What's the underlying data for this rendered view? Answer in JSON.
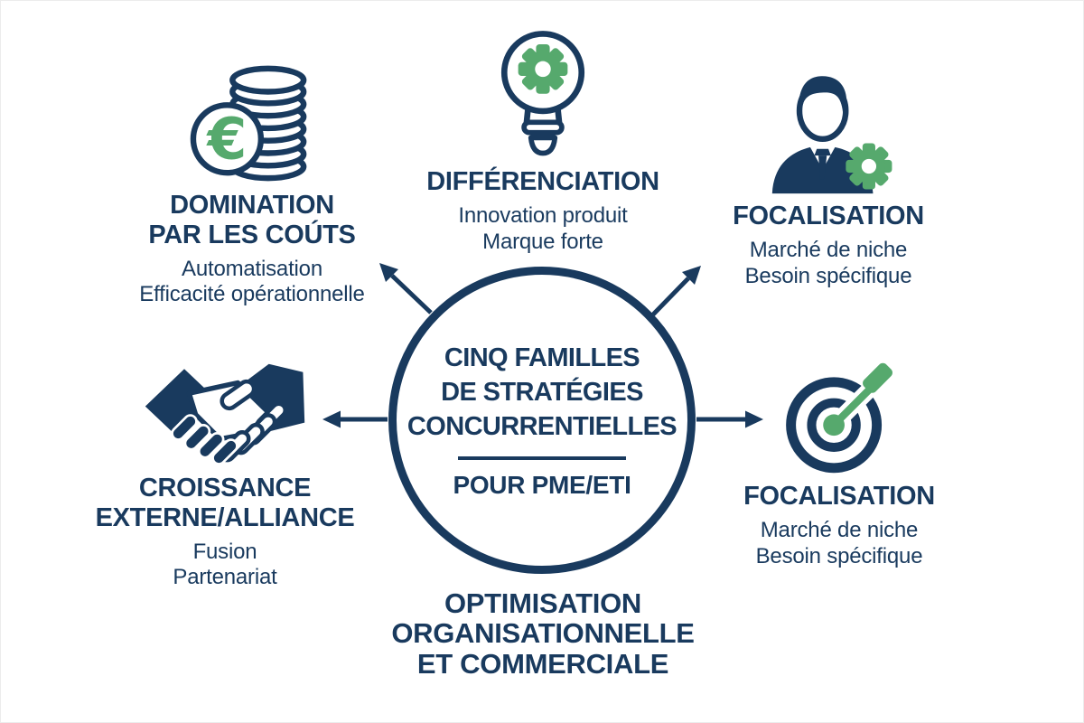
{
  "colors": {
    "navy": "#193A5E",
    "green": "#56A96D",
    "background": "#FFFFFF"
  },
  "center": {
    "title": "CINQ FAMILLES\nDE STRATÉGIES\nCONCURRENTIELLES",
    "subtitle": "POUR PME/ETI"
  },
  "nodes": [
    {
      "id": "domination-par-les-couts",
      "icon": "euro-coins-icon",
      "icon_symbol": "€",
      "title": "DOMINATION\nPAR LES COÚTS",
      "details": "Automatisation\nEfficacité opérationnelle"
    },
    {
      "id": "differenciation",
      "icon": "lightbulb-gear-icon",
      "title": "DIFFÉRENCIATION",
      "details": "Innovation produit\nMarque forte"
    },
    {
      "id": "focalisation-personne",
      "icon": "businessman-gear-icon",
      "title": "FOCALISATION",
      "details": "Marché de niche\nBesoin spécifique"
    },
    {
      "id": "croissance-externe-alliance",
      "icon": "handshake-icon",
      "title": "CROISSANCE\nEXTERNE/ALLIANCE",
      "details": "Fusion\nPartenariat"
    },
    {
      "id": "focalisation-cible",
      "icon": "target-dart-icon",
      "title": "FOCALISATION",
      "details": "Marché de niche\nBesoin spécifique"
    },
    {
      "id": "optimisation-organisationnelle",
      "title": "OPTIMISATION\nORGANISATIONNELLE\nET COMMERCIALE"
    }
  ]
}
